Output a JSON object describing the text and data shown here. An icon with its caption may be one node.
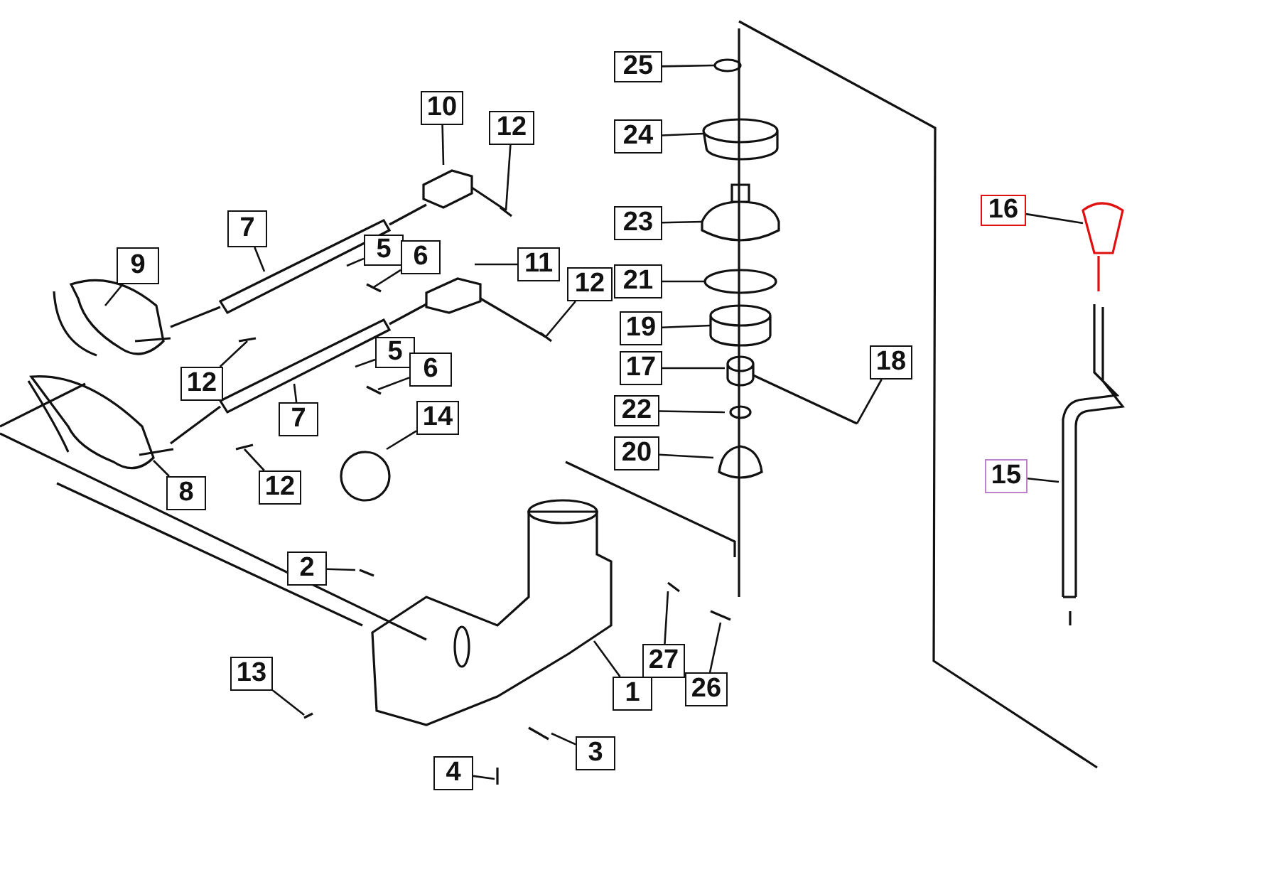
{
  "diagram": {
    "nodes": [
      {
        "text": [
          "25"
        ]
      },
      {
        "text": [
          "10"
        ]
      },
      {
        "text": [
          "12"
        ]
      },
      {
        "text": [
          "24"
        ]
      },
      {
        "text": [
          "16"
        ]
      },
      {
        "text": [
          "23"
        ]
      },
      {
        "text": [
          "7"
        ]
      },
      {
        "text": [
          "5"
        ]
      },
      {
        "text": [
          "6"
        ]
      },
      {
        "text": [
          "9"
        ]
      },
      {
        "text": [
          "11"
        ]
      },
      {
        "text": [
          "21"
        ]
      },
      {
        "text": [
          "12"
        ]
      },
      {
        "text": [
          "19"
        ]
      },
      {
        "text": [
          "12"
        ]
      },
      {
        "text": [
          "5"
        ]
      },
      {
        "text": [
          "6"
        ]
      },
      {
        "text": [
          "17"
        ]
      },
      {
        "text": [
          "18"
        ]
      },
      {
        "text": [
          "7"
        ]
      },
      {
        "text": [
          "14"
        ]
      },
      {
        "text": [
          "22"
        ]
      },
      {
        "text": [
          "20"
        ]
      },
      {
        "text": [
          "8"
        ]
      },
      {
        "text": [
          "12"
        ]
      },
      {
        "text": [
          "15"
        ]
      },
      {
        "text": [
          "2"
        ]
      },
      {
        "text": [
          "27"
        ]
      },
      {
        "text": [
          "13"
        ]
      },
      {
        "text": [
          "1"
        ]
      },
      {
        "text": [
          "26"
        ]
      },
      {
        "text": [
          "3"
        ]
      },
      {
        "text": [
          "4"
        ]
      }
    ],
    "edges": [
      {
        "from": 0,
        "to": null,
        "arrow": "none"
      },
      {
        "from": 1,
        "to": null,
        "arrow": "none"
      },
      {
        "from": 2,
        "to": null,
        "arrow": "none"
      },
      {
        "from": 3,
        "to": null,
        "arrow": "none"
      },
      {
        "from": 4,
        "to": null,
        "arrow": "none"
      },
      {
        "from": 5,
        "to": null,
        "arrow": "none"
      },
      {
        "from": 6,
        "to": null,
        "arrow": "none"
      },
      {
        "from": 7,
        "to": null,
        "arrow": "none"
      },
      {
        "from": 8,
        "to": null,
        "arrow": "none"
      },
      {
        "from": 9,
        "to": null,
        "arrow": "none"
      },
      {
        "from": 10,
        "to": null,
        "arrow": "none"
      },
      {
        "from": 11,
        "to": null,
        "arrow": "none"
      },
      {
        "from": 12,
        "to": null,
        "arrow": "none"
      },
      {
        "from": 13,
        "to": null,
        "arrow": "none"
      },
      {
        "from": 14,
        "to": null,
        "arrow": "none"
      },
      {
        "from": 15,
        "to": null,
        "arrow": "none"
      },
      {
        "from": 16,
        "to": null,
        "arrow": "none"
      },
      {
        "from": 17,
        "to": null,
        "arrow": "none"
      },
      {
        "from": 18,
        "to": null,
        "arrow": "none"
      },
      {
        "from": 19,
        "to": null,
        "arrow": "none"
      },
      {
        "from": 20,
        "to": null,
        "arrow": "none"
      },
      {
        "from": 21,
        "to": null,
        "arrow": "none"
      },
      {
        "from": 22,
        "to": null,
        "arrow": "none"
      },
      {
        "from": 23,
        "to": null,
        "arrow": "none"
      },
      {
        "from": 24,
        "to": null,
        "arrow": "none"
      },
      {
        "from": 25,
        "to": null,
        "arrow": "none"
      },
      {
        "from": 26,
        "to": null,
        "arrow": "none"
      },
      {
        "from": 27,
        "to": null,
        "arrow": "none"
      },
      {
        "from": 28,
        "to": null,
        "arrow": "none"
      },
      {
        "from": 29,
        "to": null,
        "arrow": "none"
      },
      {
        "from": 30,
        "to": null,
        "arrow": "none"
      },
      {
        "from": 31,
        "to": null,
        "arrow": "none"
      },
      {
        "from": 32,
        "to": null,
        "arrow": "none"
      }
    ]
  }
}
